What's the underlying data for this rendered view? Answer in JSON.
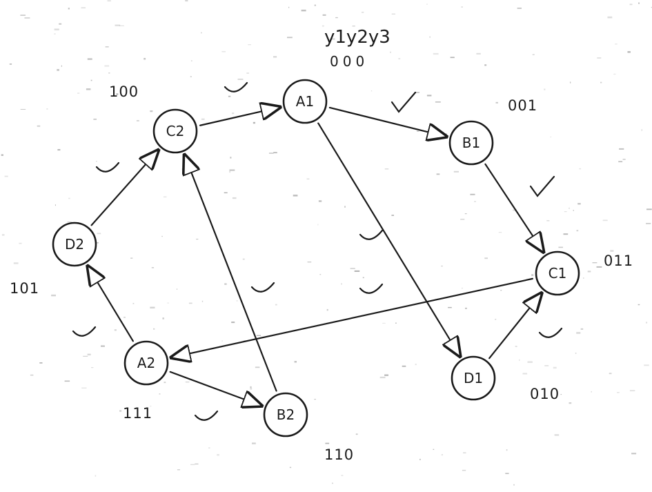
{
  "header": {
    "variables": "y1y2y3",
    "initial_code": "000"
  },
  "nodes": [
    {
      "id": "A1",
      "label": "A1",
      "code": ""
    },
    {
      "id": "B1",
      "label": "B1",
      "code": "001"
    },
    {
      "id": "C1",
      "label": "C1",
      "code": "011"
    },
    {
      "id": "D1",
      "label": "D1",
      "code": "010"
    },
    {
      "id": "A2",
      "label": "A2",
      "code": "111"
    },
    {
      "id": "B2",
      "label": "B2",
      "code": "110"
    },
    {
      "id": "C2",
      "label": "C2",
      "code": "100"
    },
    {
      "id": "D2",
      "label": "D2",
      "code": "101"
    }
  ],
  "edges": [
    {
      "from": "C2",
      "to": "A1"
    },
    {
      "from": "A1",
      "to": "B1"
    },
    {
      "from": "A1",
      "to": "D1"
    },
    {
      "from": "B1",
      "to": "C1"
    },
    {
      "from": "D1",
      "to": "C1"
    },
    {
      "from": "C1",
      "to": "A2"
    },
    {
      "from": "A2",
      "to": "B2"
    },
    {
      "from": "A2",
      "to": "D2"
    },
    {
      "from": "B2",
      "to": "C2"
    },
    {
      "from": "D2",
      "to": "C2"
    }
  ],
  "marks": [
    {
      "kind": "check"
    },
    {
      "kind": "check"
    },
    {
      "kind": "smile"
    },
    {
      "kind": "smile"
    },
    {
      "kind": "smile"
    },
    {
      "kind": "smile"
    },
    {
      "kind": "smile"
    },
    {
      "kind": "smile"
    },
    {
      "kind": "smile"
    },
    {
      "kind": "smile"
    }
  ]
}
